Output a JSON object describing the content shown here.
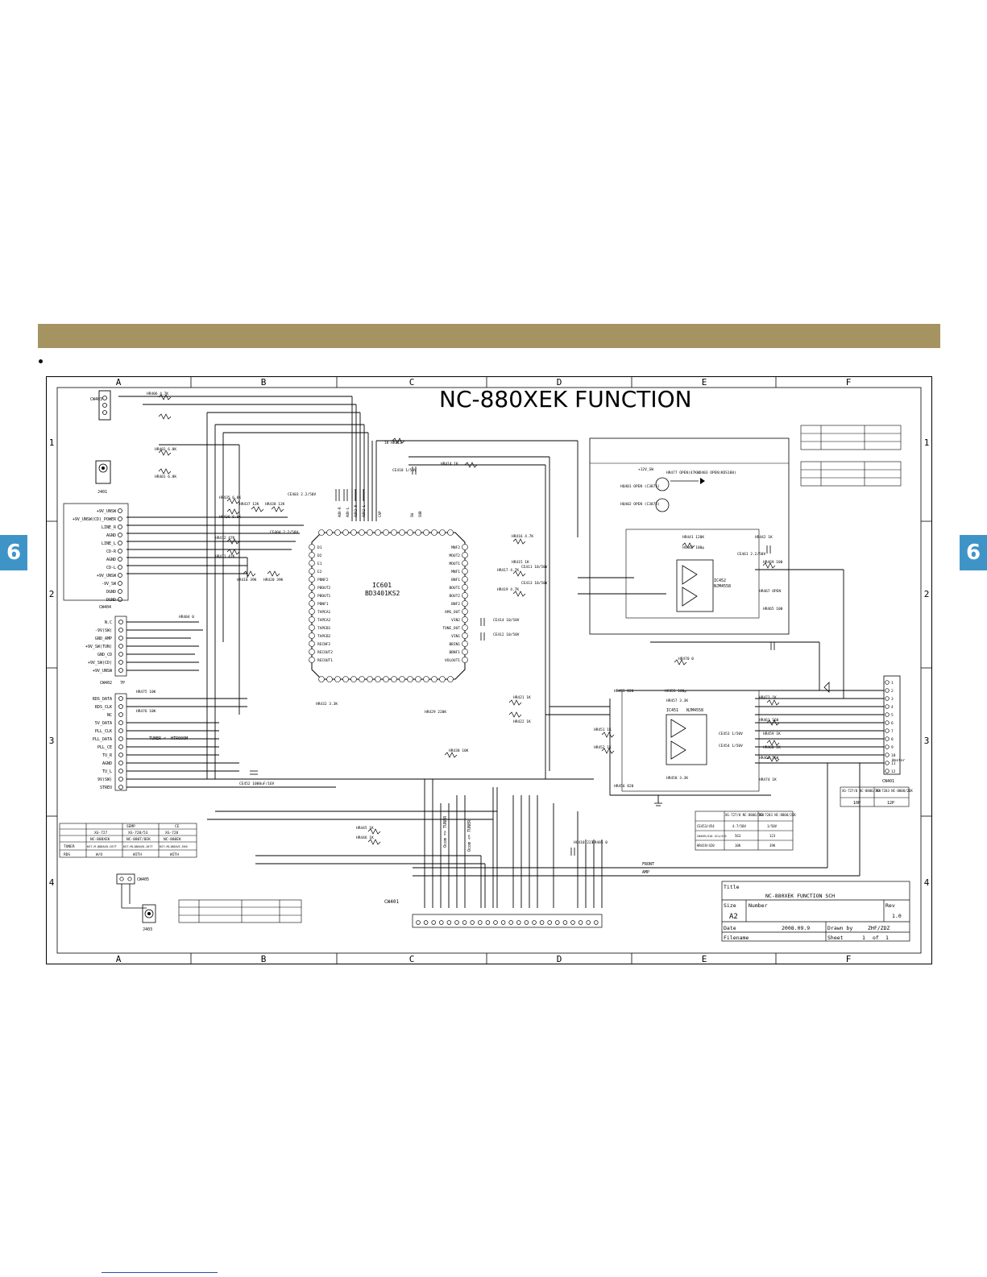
{
  "page": {
    "tab_label": "6"
  },
  "schematic": {
    "title": "NC-880XEK FUNCTION",
    "col_labels": [
      "A",
      "B",
      "C",
      "D",
      "E",
      "F"
    ],
    "row_labels": [
      "1",
      "2",
      "3",
      "4"
    ],
    "ic_main": {
      "ref": "IC601",
      "part": "BD3401KS2"
    },
    "ic_amp1": {
      "ref": "IC452",
      "part": "NJM4558"
    },
    "ic_amp2": {
      "ref": "IC451",
      "part": "NJM4558"
    },
    "connectors": {
      "cw403": "CW403",
      "cw404": "CW404",
      "cw402": "CW402",
      "cw401": "CW401",
      "cn401": "CN401",
      "j401": "J401",
      "j403": "J403",
      "cw405": "CW405",
      "cw402_pins": "7P"
    },
    "cw404_pins": [
      "+9V_UNSW",
      "+9V_UNSW(CD)_POWER",
      "LINE_R",
      "AGND",
      "LINE_L",
      "CD-R",
      "AGND",
      "CD-L",
      "+9V_UNSW",
      "-9V_SW",
      "DGND",
      "DGND"
    ],
    "cw402_list": [
      "N.C",
      "-9V(SW)",
      "GND_AMP",
      "+9V_SW(TUN)",
      "GND_CD",
      "+9V_SW(CD)",
      "+9V_UNSW"
    ],
    "tuner_pins": [
      "RDS_DATA",
      "RDS_CLK",
      "NC",
      "5V_DATA",
      "PLL_CLK",
      "PLL_DATA",
      "PLL_CE",
      "TU_R",
      "AGND",
      "TU_L",
      "9V(SW)",
      "STREO"
    ],
    "ic601_left_pins": [
      "D1",
      "D2",
      "E1",
      "E2",
      "PBNF2",
      "PBOUT2",
      "PBOUT1",
      "PBNF1",
      "TAPEA1",
      "TAPEA2",
      "TAPEB1",
      "TAPEB2",
      "RECNF2",
      "RECOUT2",
      "RECOUT1"
    ],
    "ic601_right_pins": [
      "MNF2",
      "MOUT2",
      "MOUT1",
      "MNF1",
      "BNF1",
      "BOUT1",
      "BOUT2",
      "BNF2",
      "AMS_OUT",
      "VIN2",
      "TONE_OUT",
      "VIN1",
      "BBIN1",
      "BBNF1",
      "VOLOUT1"
    ],
    "ic601_top_pins": [
      "AUX-R",
      "AUX-L",
      "AUX2-R",
      "AUX2-L",
      "CAP",
      "SW",
      "SUB"
    ],
    "cn401_pins": [
      "1",
      "2",
      "3",
      "4",
      "5",
      "6",
      "7",
      "8",
      "9",
      "10",
      "11",
      "12"
    ],
    "cn401_tag": "Woofer",
    "cw401_count": 24,
    "annotations": {
      "tuner_mode": "TUNER <- HTR000M",
      "tuner_arrow1": "Ocom => TUNER",
      "tuner_arrow2": "Ocom <= TUNER",
      "front": "FRONT",
      "amp": "AMP"
    },
    "part_labels": {
      "hr406": "HR406 4.7K",
      "hr413": "1K HR413",
      "hr414": "HR414 1K",
      "ce418": "CE418 1/50V",
      "hr477": "HR477 OPEN(47K)",
      "hd403": "HD403 OPEN(KDS180)",
      "hq401": "HQ401 OPEN (C3875)",
      "hq402": "HQ402 OPEN (C3875)",
      "plus12v": "+12V_SW",
      "hr441": "HR441 120K",
      "hc462": "HC462 100p",
      "hr442": "HR442 1K",
      "ce461": "CE461 2.2/50V",
      "hr469": "HR469 100",
      "hr467": "HR467 OPEN",
      "hr465": "HR465 100",
      "hr470": "HR470 0",
      "hr473": "HR473 1K",
      "hr474": "HR474 1K",
      "hr475": "HR475 10K",
      "hr476": "HR476 10K",
      "hr429": "HR429 220K",
      "hr430": "HR430 10K",
      "ce414": "CE414 10/50V",
      "ce412": "CE412 10/50V",
      "hr445": "HR445 1K",
      "hr446": "HR446 1K",
      "hc410": "HC410 223",
      "hr485": "HR485 0",
      "hr455": "HR455 820",
      "hc455": "HC455 100p",
      "hr457": "HR457 3.3K",
      "hr458": "HR458 3.3K",
      "hr456": "HR456 820",
      "hr451": "HR451 1K",
      "hr452": "HR452 1K",
      "ce413": "CE413 10/50V",
      "ce411": "CE411 10/50V",
      "hr421": "HR421 1K",
      "hr422": "HR422 1K",
      "hr437": "HR437 12K",
      "hr438": "HR438 12K",
      "hr435": "HR435 6.8K",
      "hr436": "HR436 6.8K",
      "hr412": "HR412 47K",
      "hr411": "HR411 47K",
      "hr418": "HR418 39K",
      "hr420": "HR420 39K",
      "ce403": "CE403 2.2/50V",
      "ce404": "CE404 2.2/50V",
      "hr416": "HR416 4.7K",
      "hr417": "HR417 4.7K",
      "hr419": "HR419 4.7K",
      "hr415": "HR415 1K",
      "ce452": "CE452 1000uF/16V",
      "hr461": "HR461 560",
      "hr462": "HR462 560",
      "hr459": "HR459 1K",
      "hr460": "HR460 1K",
      "ce453": "CE453 1/50V",
      "ce454": "CE454 1/50V",
      "hr401": "HR401 6.8K",
      "hr402": "HR402 6.8K",
      "hr404": "HR404 0",
      "hr432": "HR432 3.3K"
    },
    "semp_table": {
      "headers": [
        "",
        "SEMP",
        "",
        "CE",
        ""
      ],
      "sub_headers": [
        "",
        "XG-727",
        "XG-728/53",
        "XG-728"
      ],
      "row_models": [
        "",
        "NC-888XEK",
        "NC-880T/8EK",
        "NC-880EK"
      ],
      "rows": [
        [
          "TUNER",
          "KST-M.888AVO-C67T",
          "KST-ML188AVO-J67T",
          "KST-ML188AVI-E66"
        ],
        [
          "RDS",
          "W/O",
          "WITH",
          "WITH"
        ]
      ]
    },
    "variant_table": {
      "headers": [
        "",
        "XG-727/8 NC-8806/7EK",
        "XG-7283 NC-8808/2EK"
      ],
      "rows": [
        [
          "CE453/454",
          "4.7/50V",
          "1/50V"
        ],
        [
          "CW409/410 411/432",
          "563",
          "123"
        ],
        [
          "HR419/420",
          "10K",
          "39K"
        ]
      ]
    },
    "cn_table": {
      "headers": [
        "XG-727/8 NC-8806/7EK",
        "XG-7283 NC-8808/2EK"
      ],
      "rows": [
        [
          "10P",
          "12P"
        ]
      ]
    },
    "title_block": {
      "title_label": "Title",
      "title_value": "NC-880XEK FUNCTION SCH",
      "size_label": "Size",
      "size_value": "A2",
      "number_label": "Number",
      "rev_label": "Rev",
      "rev_value": "1.0",
      "date_label": "Date",
      "date_value": "2008.09.9",
      "drawn_label": "Drawn by",
      "drawn_value": "ZHF/ZDZ",
      "file_label": "Filename",
      "sheet_label": "Sheet",
      "sheet_value": "1",
      "of_label": "of",
      "of_value": "1"
    }
  }
}
